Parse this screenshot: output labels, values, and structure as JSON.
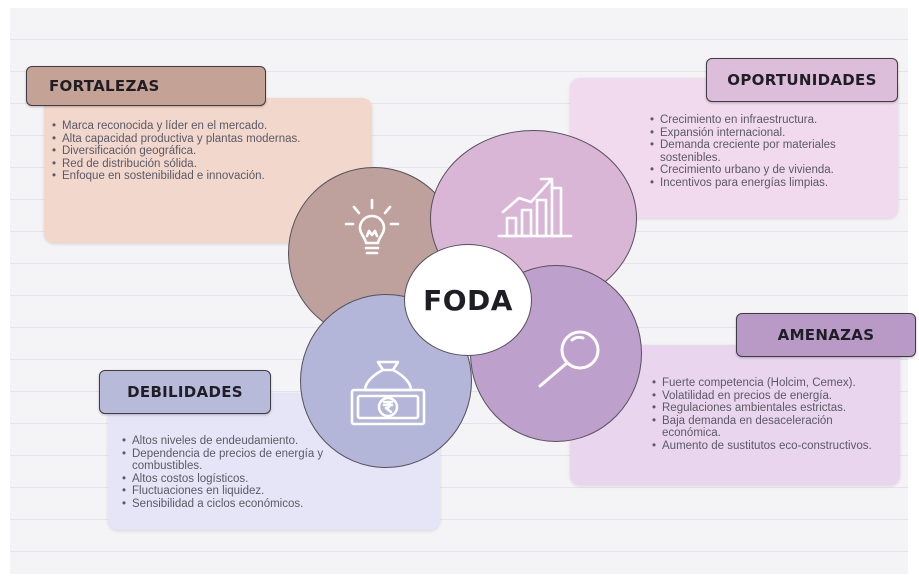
{
  "colors": {
    "fortalezas_panel": "#f2d7cc",
    "fortalezas_tag": "#c4a296",
    "fortalezas_circle": "#bea19c",
    "oportunidades_panel": "#f1d9ee",
    "oportunidades_tag": "#dcbdda",
    "oportunidades_circle": "#d9b6d6",
    "amenazas_panel": "#ead5ef",
    "amenazas_tag": "#b99ac7",
    "amenazas_circle": "#bea0cd",
    "debilidades_panel": "#e5e5f7",
    "debilidades_tag": "#b8bad9",
    "debilidades_circle": "#b3b6d8"
  },
  "center_label": "FODA",
  "fortalezas": {
    "title": "FORTALEZAS",
    "icon": "lightbulb-icon",
    "items": [
      "Marca reconocida y líder en el mercado.",
      "Alta capacidad productiva y plantas modernas.",
      "Diversificación geográfica.",
      "Red de distribución sólida.",
      "Enfoque en sostenibilidad e innovación."
    ]
  },
  "oportunidades": {
    "title": "OPORTUNIDADES",
    "icon": "growth-chart-icon",
    "items": [
      "Crecimiento en infraestructura.",
      "Expansión internacional.",
      "Demanda creciente por materiales sostenibles.",
      "Crecimiento urbano y de vivienda.",
      "Incentivos para energías limpias."
    ]
  },
  "amenazas": {
    "title": "AMENAZAS",
    "icon": "magnifier-icon",
    "items": [
      "Fuerte competencia (Holcim, Cemex).",
      "Volatilidad en precios de energía.",
      "Regulaciones ambientales estrictas.",
      "Baja demanda en desaceleración económica.",
      "Aumento de sustitutos eco-constructivos."
    ]
  },
  "debilidades": {
    "title": "DEBILIDADES",
    "icon": "money-bag-icon",
    "items": [
      "Altos niveles de endeudamiento.",
      "Dependencia de precios de energía y combustibles.",
      "Altos costos logísticos.",
      "Fluctuaciones en liquidez.",
      "Sensibilidad a ciclos económicos."
    ]
  }
}
